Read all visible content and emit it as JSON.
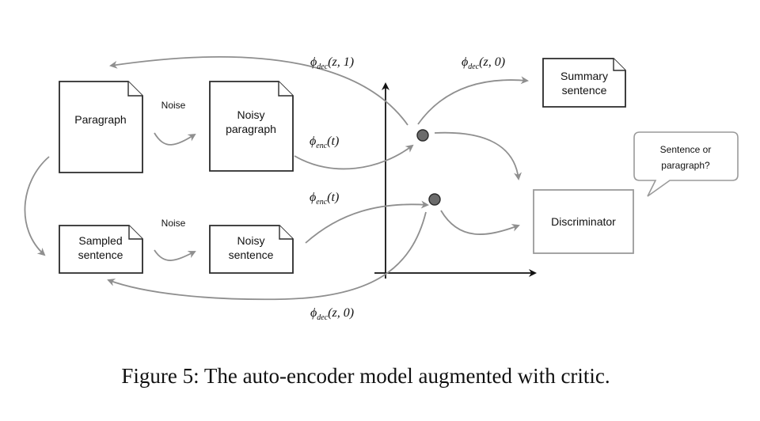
{
  "nodes": {
    "paragraph": "Paragraph",
    "noisy_paragraph": [
      "Noisy",
      "paragraph"
    ],
    "sampled_sentence": [
      "Sampled",
      "sentence"
    ],
    "noisy_sentence": [
      "Noisy",
      "sentence"
    ],
    "summary_sentence": [
      "Summary",
      "sentence"
    ],
    "discriminator": "Discriminator",
    "speech_bubble": [
      "Sentence or",
      "paragraph?"
    ]
  },
  "edge_labels": {
    "noise_top": "Noise",
    "noise_bottom": "Noise",
    "dec_top_left": {
      "phi": "ϕ",
      "sub": "dec",
      "args": "(z, 1)"
    },
    "dec_top_right": {
      "phi": "ϕ",
      "sub": "dec",
      "args": "(z, 0)"
    },
    "enc_upper": {
      "phi": "ϕ",
      "sub": "enc",
      "args": "(t)"
    },
    "enc_lower": {
      "phi": "ϕ",
      "sub": "enc",
      "args": "(t)"
    },
    "dec_bottom": {
      "phi": "ϕ",
      "sub": "dec",
      "args": "(z, 0)"
    }
  },
  "caption": "Figure 5: The auto-encoder model augmented with critic."
}
